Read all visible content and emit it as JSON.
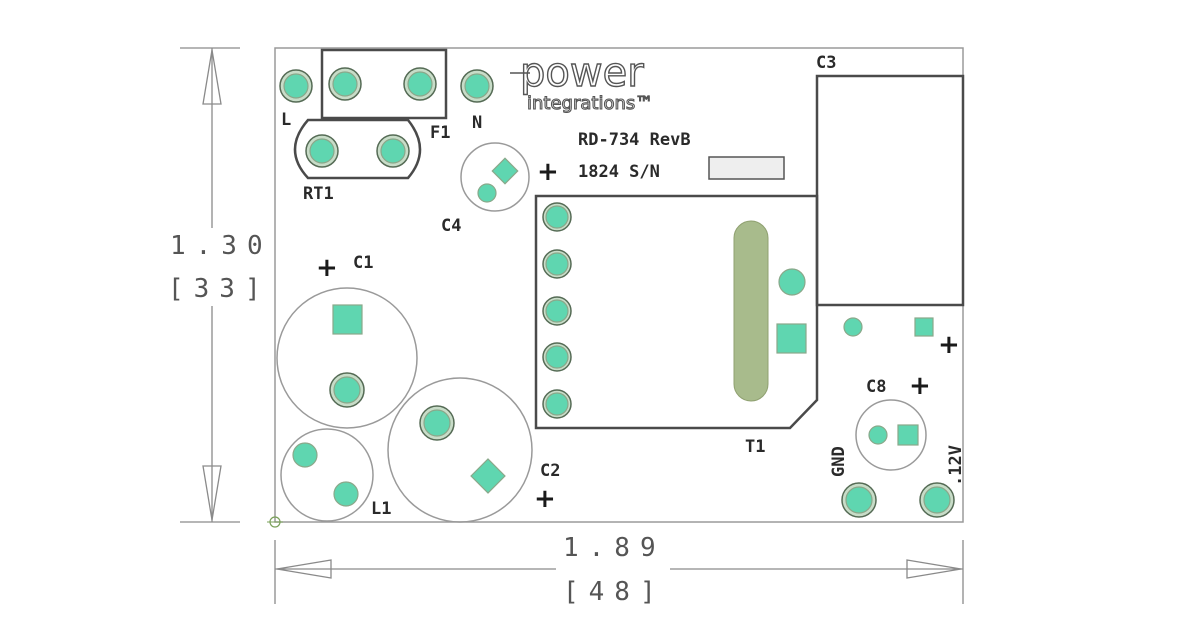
{
  "board": {
    "logo_line1": "power",
    "logo_line2": "integrations™",
    "model": "RD-734 RevB",
    "serial_label": "1824 S/N"
  },
  "dimensions": {
    "height_in": "1.30",
    "height_mm": "[33]",
    "width_in": "1.89",
    "width_mm": "[48]"
  },
  "labels": {
    "L": "L",
    "N": "N",
    "F1": "F1",
    "RT1": "RT1",
    "C1": "C1",
    "C2": "C2",
    "C3": "C3",
    "C4": "C4",
    "C8": "C8",
    "L1": "L1",
    "T1": "T1",
    "GND": "GND",
    "V12": ".12V"
  },
  "polarity": {
    "plus": "+"
  },
  "colors": {
    "pad": "#5fd6b0",
    "core": "#a8bb8c",
    "silkscreen": "#4a4a4a"
  }
}
